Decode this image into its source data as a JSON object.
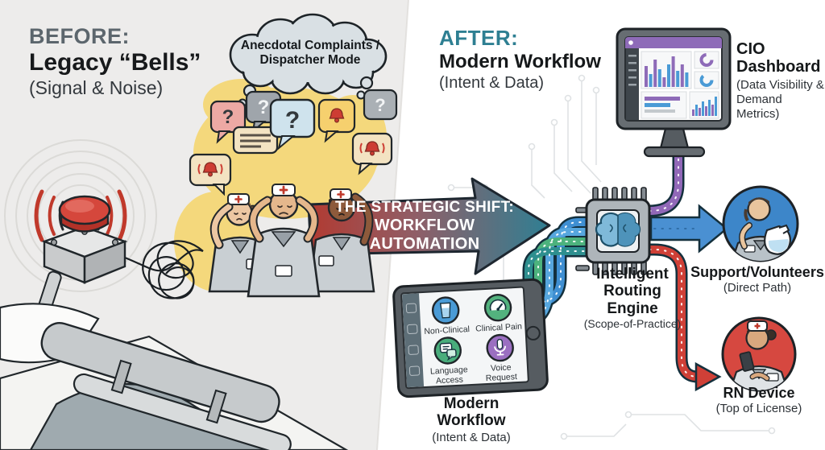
{
  "glyphs": {
    "question": "?"
  },
  "header_before": {
    "kicker": "BEFORE:",
    "title": "Legacy “Bells”",
    "caption": "(Signal & Noise)"
  },
  "header_after": {
    "kicker": "AFTER:",
    "title": "Modern Workflow",
    "caption": "(Intent & Data)"
  },
  "thought_cloud": {
    "line1": "Anecdotal Complaints /",
    "line2": "Dispatcher Mode"
  },
  "shift_arrow": {
    "line1": "THE STRATEGIC SHIFT:",
    "line2": "WORKFLOW AUTOMATION"
  },
  "tablet": {
    "apps": [
      {
        "label": "Non-Clinical",
        "icon": "water-glass-icon",
        "color": "#4a9bd6"
      },
      {
        "label": "Clinical Pain",
        "icon": "pain-gauge-icon",
        "color": "#53b27e"
      },
      {
        "label": "Language Access",
        "icon": "translate-chat-icon",
        "color": "#49ad7c"
      },
      {
        "label": "Voice Request",
        "icon": "microphone-icon",
        "color": "#9b6fc1"
      }
    ],
    "caption_title": "Modern Workflow",
    "caption_sub": "(Intent & Data)"
  },
  "routing_engine": {
    "title": "Intelligent Routing Engine",
    "sub": "(Scope-of-Practice)",
    "icon": "brain-chip-icon"
  },
  "outputs": {
    "dashboard": {
      "title": "CIO Dashboard",
      "sub": "(Data Visibility & Demand Metrics)",
      "icon": "dashboard-monitor-icon"
    },
    "support": {
      "title": "Support/Volunteers",
      "sub": "(Direct Path)",
      "icon": "volunteer-pitcher-icon"
    },
    "rn": {
      "title": "RN Device",
      "sub": "(Top of License)",
      "icon": "nurse-phone-icon"
    }
  },
  "colors": {
    "before_bg": "#edeceb",
    "after_bg": "#ffffff",
    "accent_teal": "#2e7f92",
    "accent_red": "#c0392b",
    "pipe_blue": "#3f8fd2",
    "pipe_blue2": "#56a6de",
    "pipe_green": "#4cb27d",
    "pipe_teal": "#2e8f8f",
    "pipe_purple": "#9168b8",
    "chart_purple": "#8e6bb8",
    "chart_blue": "#4a9bd6",
    "alert_red": "#cd3d33",
    "highlight_yellow": "#f6d66d"
  }
}
